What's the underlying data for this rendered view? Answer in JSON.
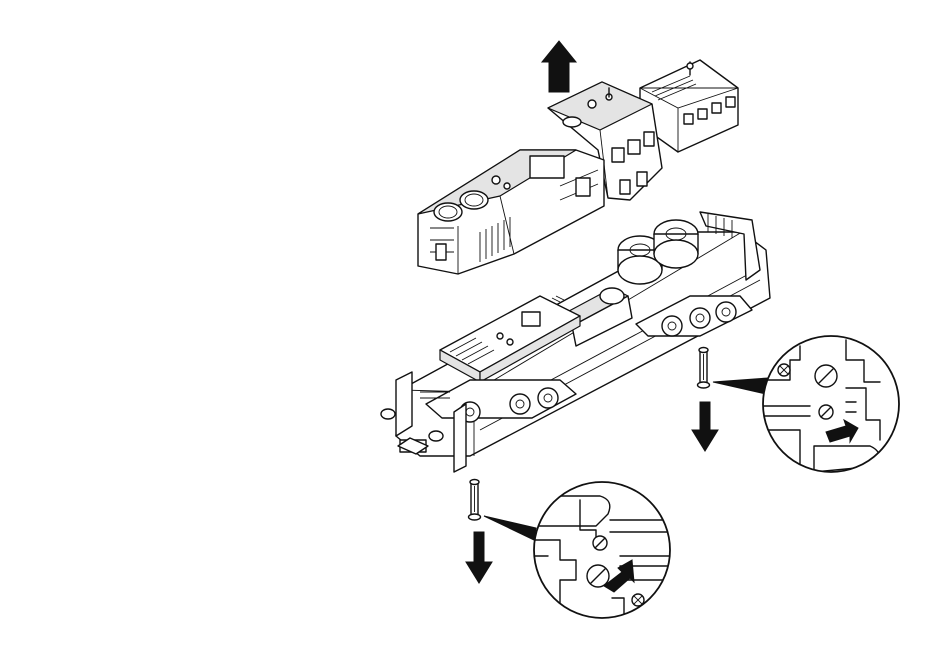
{
  "diagram": {
    "type": "exploded-assembly-illustration",
    "components": [
      "locomotive-body-shell",
      "chassis",
      "screw-left",
      "screw-right",
      "detail-callout-left",
      "detail-callout-right"
    ],
    "arrows": [
      {
        "name": "body-lift-arrow",
        "direction": "up"
      },
      {
        "name": "screw-left-arrow",
        "direction": "down"
      },
      {
        "name": "screw-right-arrow",
        "direction": "down"
      }
    ],
    "callouts": [
      {
        "name": "detail-callout-left",
        "shows": "screw-hole-detail"
      },
      {
        "name": "detail-callout-right",
        "shows": "screw-hole-detail"
      }
    ],
    "stroke_color": "#111111",
    "background_color": "#ffffff"
  }
}
